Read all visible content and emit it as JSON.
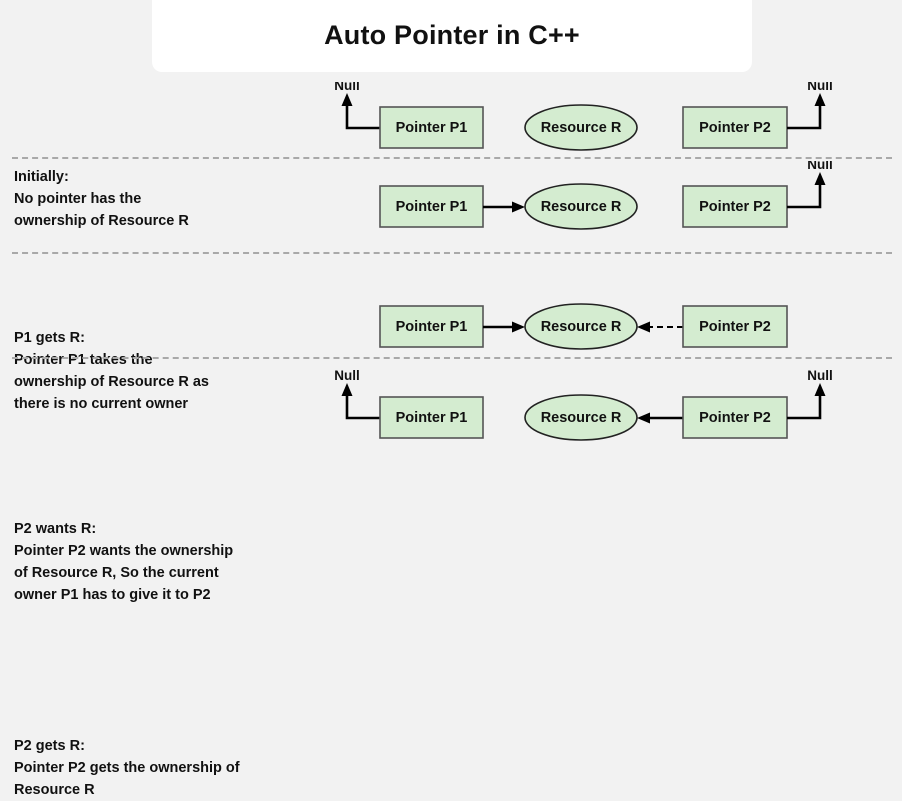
{
  "title": "Auto Pointer in C++",
  "labels": {
    "pointer_p1": "Pointer P1",
    "pointer_p2": "Pointer P2",
    "resource_r": "Resource R",
    "null": "Null"
  },
  "colors": {
    "background": "#f2f2f2",
    "title_card": "#ffffff",
    "node_fill": "#d4ecd0",
    "node_stroke": "#555555",
    "divider": "#a9a9a9",
    "arrow": "#000000",
    "text": "#111111"
  },
  "rows": [
    {
      "id": "initially",
      "caption": "Initially:\nNo pointer has the\nownership of Resource R",
      "heading": "Initially:",
      "body": "No pointer has the ownership of Resource R",
      "p1_null": true,
      "p2_null": true,
      "p1_to_r": "none",
      "p2_to_r": "none"
    },
    {
      "id": "p1-gets-r",
      "caption": "P1 gets R:\nPointer P1 takes the\nownership of Resource R as\nthere is no current owner",
      "heading": "P1 gets R:",
      "body": "Pointer P1 takes the ownership of Resource R as there is no current owner",
      "p1_null": false,
      "p2_null": true,
      "p1_to_r": "solid",
      "p2_to_r": "none"
    },
    {
      "id": "p2-wants-r",
      "caption": "P2 wants R:\nPointer P2 wants the ownership\nof Resource R, So the current\nowner P1 has to give it to P2",
      "heading": "P2 wants R:",
      "body": "Pointer P2 wants the ownership of Resource R, So the current owner P1 has to give it to P2",
      "p1_null": false,
      "p2_null": false,
      "p1_to_r": "solid",
      "p2_to_r": "dashed"
    },
    {
      "id": "p2-gets-r",
      "caption": "P2 gets R:\nPointer P2 gets the ownership of\nResource R",
      "heading": "P2 gets R:",
      "body": "Pointer P2 gets the ownership of Resource R",
      "p1_null": true,
      "p2_null": true,
      "p1_to_r": "none",
      "p2_to_r": "solid"
    }
  ]
}
